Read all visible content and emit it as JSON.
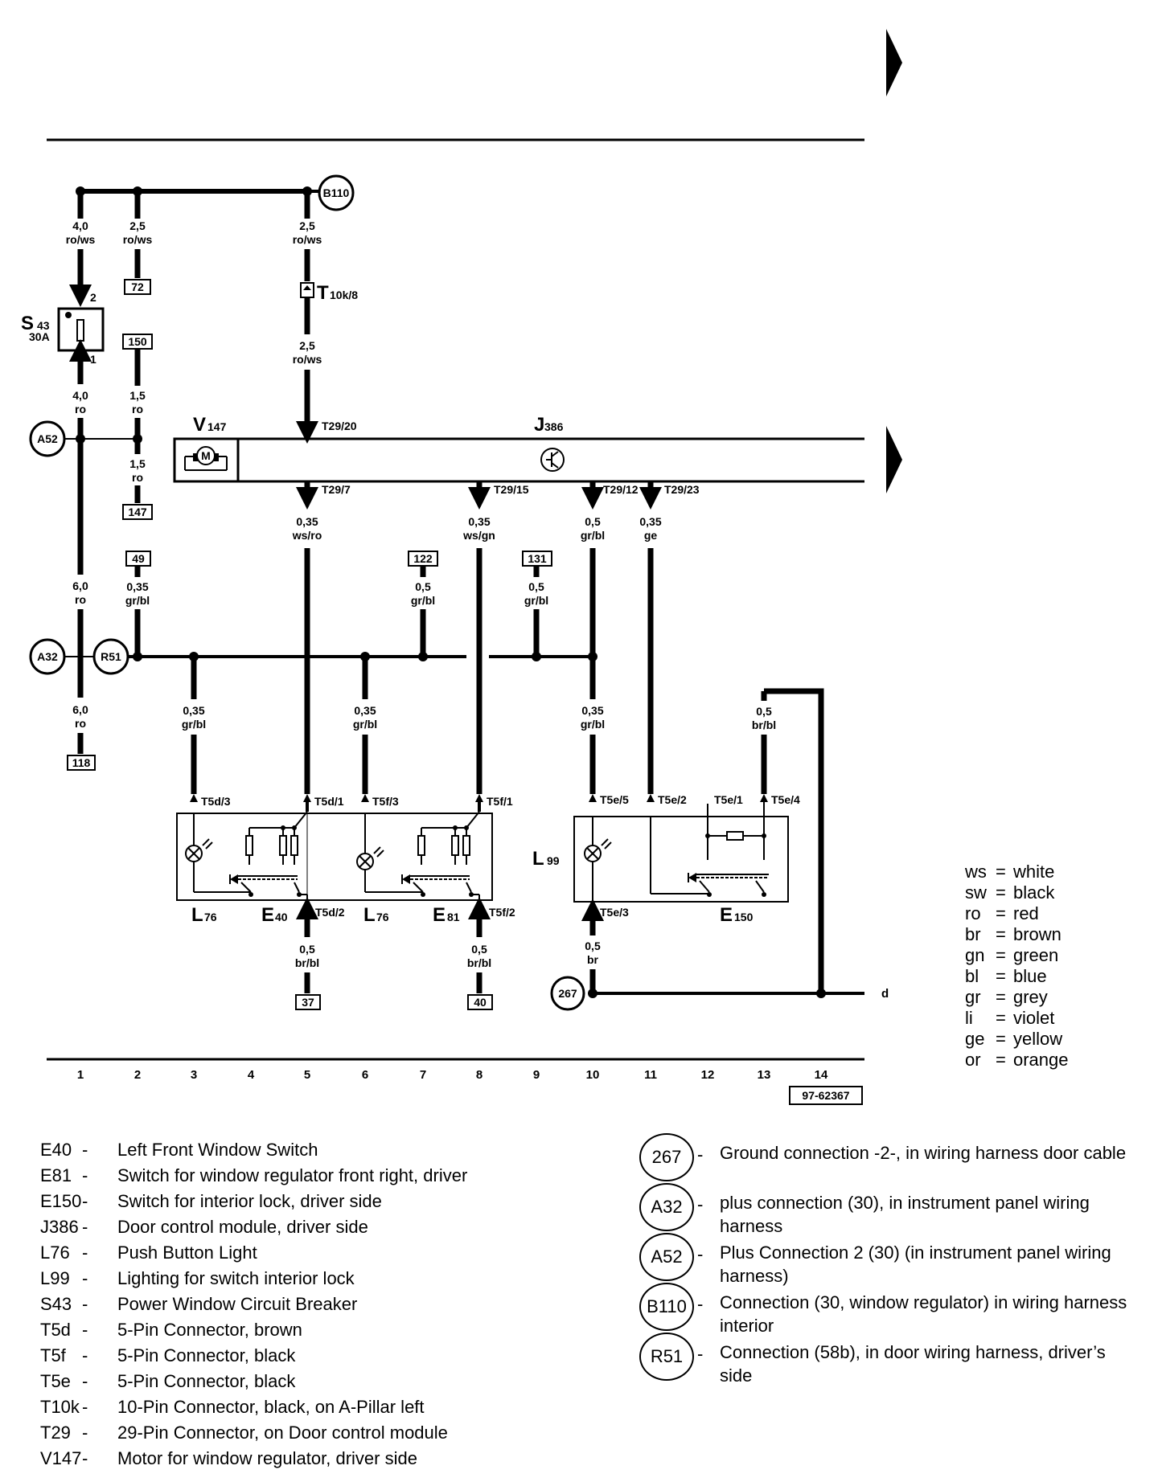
{
  "diagram": {
    "doc_ref": "97-62367",
    "column_numbers": [
      "1",
      "2",
      "3",
      "4",
      "5",
      "6",
      "7",
      "8",
      "9",
      "10",
      "11",
      "12",
      "13",
      "14"
    ],
    "continuation_letter": "d",
    "components": {
      "S43": {
        "letter": "S",
        "num": "43",
        "rating": "30A"
      },
      "V147": {
        "letter": "V",
        "num": "147"
      },
      "J386": {
        "letter": "J",
        "num": "386"
      },
      "L76a": {
        "letter": "L",
        "num": "76"
      },
      "E40": {
        "letter": "E",
        "num": "40"
      },
      "L76b": {
        "letter": "L",
        "num": "76"
      },
      "E81": {
        "letter": "E",
        "num": "81"
      },
      "L99": {
        "letter": "L",
        "num": "99"
      },
      "E150": {
        "letter": "E",
        "num": "150"
      },
      "T10k": {
        "letter": "T",
        "num": "10k/8"
      },
      "motor_symbol": "M"
    },
    "connection_points": {
      "B110": "B110",
      "A52": "A52",
      "A32": "A32",
      "R51": "R51",
      "c267": "267"
    },
    "references": {
      "r72": "72",
      "r150": "150",
      "r147": "147",
      "r118": "118",
      "r49": "49",
      "r122": "122",
      "r131": "131",
      "r37": "37",
      "r40": "40"
    },
    "wires": {
      "w1a": {
        "size": "4,0",
        "color": "ro/ws"
      },
      "w2a": {
        "size": "2,5",
        "color": "ro/ws"
      },
      "w5a": {
        "size": "2,5",
        "color": "ro/ws"
      },
      "w5b": {
        "size": "2,5",
        "color": "ro/ws"
      },
      "w1b": {
        "size": "4,0",
        "color": "ro"
      },
      "w2b": {
        "size": "1,5",
        "color": "ro"
      },
      "w2c": {
        "size": "1,5",
        "color": "ro"
      },
      "w1c": {
        "size": "6,0",
        "color": "ro"
      },
      "w1d": {
        "size": "6,0",
        "color": "ro"
      },
      "w2d": {
        "size": "0,35",
        "color": "gr/bl"
      },
      "w5c": {
        "size": "0,35",
        "color": "ws/ro"
      },
      "w8a": {
        "size": "0,35",
        "color": "ws/gn"
      },
      "w10a": {
        "size": "0,5",
        "color": "gr/bl"
      },
      "w11a": {
        "size": "0,35",
        "color": "ge"
      },
      "w7a": {
        "size": "0,5",
        "color": "gr/bl"
      },
      "w9a": {
        "size": "0,5",
        "color": "gr/bl"
      },
      "w3a": {
        "size": "0,35",
        "color": "gr/bl"
      },
      "w6a": {
        "size": "0,35",
        "color": "gr/bl"
      },
      "w10b": {
        "size": "0,35",
        "color": "gr/bl"
      },
      "w13a": {
        "size": "0,5",
        "color": "br/bl"
      },
      "w5d": {
        "size": "0,5",
        "color": "br/bl"
      },
      "w8b": {
        "size": "0,5",
        "color": "br/bl"
      },
      "w10c": {
        "size": "0,5",
        "color": "br"
      }
    },
    "pins": {
      "p_s43_2": "2",
      "p_s43_1": "1",
      "t29_20": "T29/20",
      "t29_7": "T29/7",
      "t29_15": "T29/15",
      "t29_12": "T29/12",
      "t29_23": "T29/23",
      "t5d_3": "T5d/3",
      "t5d_1": "T5d/1",
      "t5f_3": "T5f/3",
      "t5f_1": "T5f/1",
      "t5e_5": "T5e/5",
      "t5e_2": "T5e/2",
      "t5e_1": "T5e/1",
      "t5e_4": "T5e/4",
      "t5d_2": "T5d/2",
      "t5f_2": "T5f/2",
      "t5e_3": "T5e/3"
    }
  },
  "color_glossary": [
    {
      "code": "ws",
      "name": "white"
    },
    {
      "code": "sw",
      "name": "black"
    },
    {
      "code": "ro",
      "name": "red"
    },
    {
      "code": "br",
      "name": "brown"
    },
    {
      "code": "gn",
      "name": "green"
    },
    {
      "code": "bl",
      "name": "blue"
    },
    {
      "code": "gr",
      "name": "grey"
    },
    {
      "code": "li",
      "name": "violet"
    },
    {
      "code": "ge",
      "name": "yellow"
    },
    {
      "code": "or",
      "name": "orange"
    }
  ],
  "component_legend": [
    {
      "code": "E40",
      "dash": "-",
      "desc": "Left Front Window Switch"
    },
    {
      "code": "E81",
      "dash": "-",
      "desc": "Switch for window regulator front right, driver"
    },
    {
      "code": "E150",
      "dash": "-",
      "desc": "Switch for interior lock, driver side"
    },
    {
      "code": "J386",
      "dash": "-",
      "desc": "Door control module, driver side"
    },
    {
      "code": "L76",
      "dash": "-",
      "desc": "Push Button Light"
    },
    {
      "code": "L99",
      "dash": "-",
      "desc": "Lighting for switch interior lock"
    },
    {
      "code": "S43",
      "dash": "-",
      "desc": "Power Window Circuit Breaker"
    },
    {
      "code": "T5d",
      "dash": "-",
      "desc": "5-Pin Connector, brown"
    },
    {
      "code": "T5f",
      "dash": "-",
      "desc": "5-Pin Connector, black"
    },
    {
      "code": "T5e",
      "dash": "-",
      "desc": "5-Pin Connector, black"
    },
    {
      "code": "T10k",
      "dash": "-",
      "desc": "10-Pin Connector, black, on A-Pillar left"
    },
    {
      "code": "T29",
      "dash": "-",
      "desc": "29-Pin Connector, on Door control module"
    },
    {
      "code": "V147",
      "dash": "-",
      "desc": "Motor for window regulator, driver side"
    }
  ],
  "connection_legend": [
    {
      "id": "267",
      "dash": "-",
      "desc": "Ground connection -2-, in wiring harness door cable"
    },
    {
      "id": "A32",
      "dash": "-",
      "desc": "plus connection (30), in instrument panel wiring harness"
    },
    {
      "id": "A52",
      "dash": "-",
      "desc": "Plus Connection 2 (30) (in instrument panel wiring harness)"
    },
    {
      "id": "B110",
      "dash": "-",
      "desc": "Connection (30, window regulator) in wiring harness interior"
    },
    {
      "id": "R51",
      "dash": "-",
      "desc": "Connection (58b), in door wiring harness, driver’s side"
    }
  ]
}
